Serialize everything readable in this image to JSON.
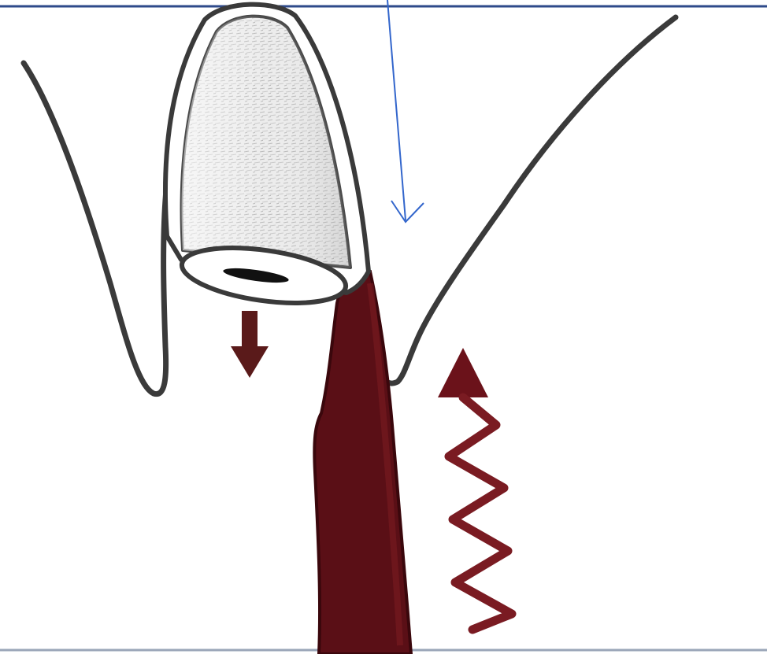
{
  "diagram": {
    "kind": "dental-illustration",
    "elements": [
      {
        "name": "upper-frame-line",
        "color": "#2e4a8a"
      },
      {
        "name": "left-gingiva-outline",
        "color": "#3a3a3a"
      },
      {
        "name": "right-gingiva-outline",
        "color": "#3a3a3a"
      },
      {
        "name": "tooth-crown",
        "color": "#3a3a3a",
        "fill": "#e9e9e9"
      },
      {
        "name": "root-canal-opening",
        "color": "#111111"
      },
      {
        "name": "tooth-root",
        "color": "#5a0f16"
      },
      {
        "name": "down-arrow",
        "color": "#5a1a1a"
      },
      {
        "name": "wavy-up-arrow",
        "color": "#7a1b22"
      },
      {
        "name": "pointer-arrow",
        "color": "#3366cc"
      }
    ]
  }
}
